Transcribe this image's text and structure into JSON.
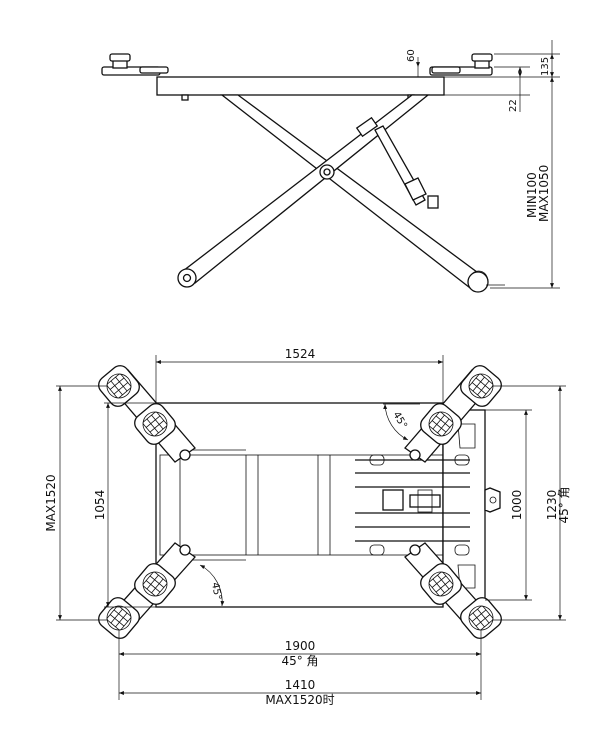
{
  "side_view": {
    "dim_60": "60",
    "dim_22": "22",
    "dim_135": "135",
    "dim_min": "MIN100",
    "dim_max": "MAX1050"
  },
  "top_view": {
    "dim_1524": "1524",
    "dim_1054": "1054",
    "dim_max1520": "MAX1520",
    "dim_1000": "1000",
    "dim_1230": "1230",
    "dim_1230_note": "45° 角",
    "angle_upper": "45°",
    "angle_lower": "45°",
    "dim_1900": "1900",
    "dim_1900_note": "45° 角",
    "dim_1410": "1410",
    "dim_1410_note": "MAX1520时"
  }
}
